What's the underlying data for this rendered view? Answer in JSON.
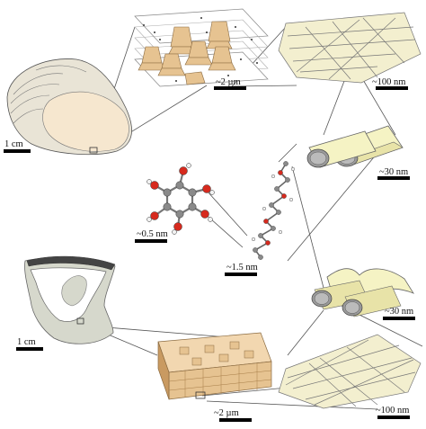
{
  "labels": {
    "scale_shell_top": "1 cm",
    "scale_nacre_top": "~2 µm",
    "scale_fibers_top": "~100 nm",
    "scale_fibrils_top": "~30 nm",
    "scale_molecule": "~0.5 nm",
    "scale_chain": "~1.5 nm",
    "scale_fibrils_bottom": "~30 nm",
    "scale_shell_bottom": "1 cm",
    "scale_fibers_bottom": "~100 nm",
    "scale_prisms_bottom": "~2 µm"
  },
  "colors": {
    "shell_fill": "#e9e4d6",
    "shell_inner": "#f6e7cf",
    "tile_fill": "#e6c391",
    "tile_dark": "#c99a61",
    "fiber_fill": "#f3efcf",
    "fibril_fill": "#f5f3c4",
    "line": "#444444",
    "atom_red": "#d62a1e",
    "atom_grey": "#8a8a8a",
    "atom_white": "#f2f2f2"
  }
}
